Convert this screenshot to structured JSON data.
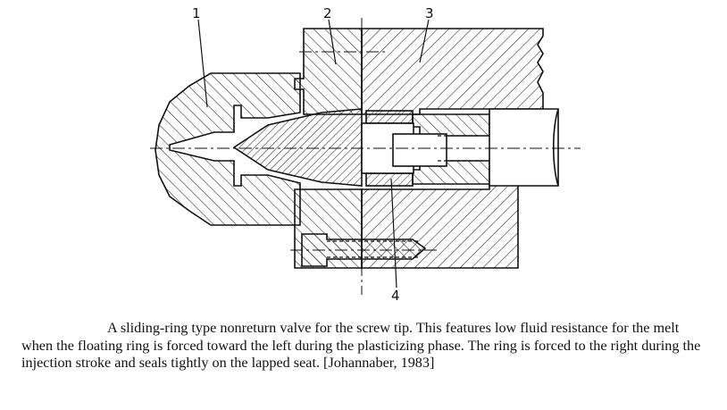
{
  "figure": {
    "labels": [
      "1",
      "2",
      "3",
      "4"
    ]
  },
  "caption": "A sliding-ring type nonreturn valve for the screw tip. This features low fluid resistance for the melt when the floating ring is forced toward the left during the plasticizing phase. The ring is forced to the right during the injection stroke and seals tightly on the lapped seat. [Johannaber, 1983]"
}
